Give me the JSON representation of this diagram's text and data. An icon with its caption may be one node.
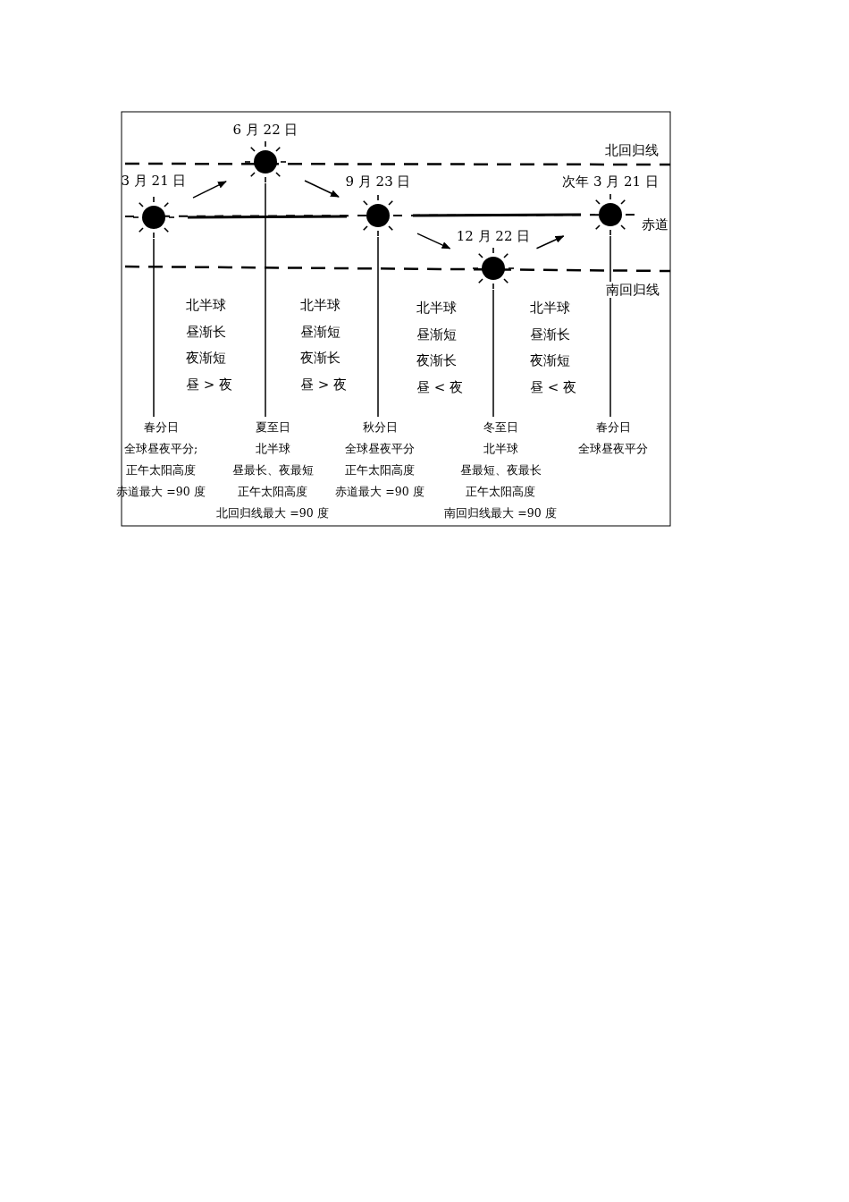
{
  "diagram": {
    "nodes": [
      {
        "text": [
          "3 月 21 日"
        ]
      },
      {
        "text": [
          "6 月 22 日"
        ]
      },
      {
        "text": [
          "9 月 23 日"
        ]
      },
      {
        "text": [
          "12 月 22 日"
        ]
      },
      {
        "text": [
          "次年 3 月 21 日"
        ]
      },
      {
        "text": [
          "春分日",
          "全球昼夜平分;",
          "正午太阳高度",
          "赤道最大 =90 度"
        ]
      },
      {
        "text": [
          "夏至日",
          "北半球",
          "昼最长、夜最短",
          "正午太阳高度",
          "北回归线最大 =90 度"
        ]
      },
      {
        "text": [
          "秋分日",
          "全球昼夜平分",
          "正午太阳高度",
          "赤道最大 =90 度"
        ]
      },
      {
        "text": [
          "冬至日",
          "北半球",
          "昼最短、夜最长",
          "正午太阳高度",
          "南回归线最大 =90 度"
        ]
      },
      {
        "text": [
          "春分日",
          "全球昼夜平分"
        ]
      }
    ],
    "edges": [
      {
        "from": 0,
        "to": 1,
        "arrow": "to"
      },
      {
        "from": 1,
        "to": 2,
        "arrow": "to"
      },
      {
        "from": 2,
        "to": 3,
        "arrow": "to"
      },
      {
        "from": 3,
        "to": 4,
        "arrow": "to"
      },
      {
        "from": 0,
        "to": 5,
        "arrow": "none"
      },
      {
        "from": 1,
        "to": 6,
        "arrow": "none"
      },
      {
        "from": 2,
        "to": 7,
        "arrow": "none"
      },
      {
        "from": 3,
        "to": 8,
        "arrow": "none"
      },
      {
        "from": 4,
        "to": 9,
        "arrow": "none"
      }
    ],
    "labels": [
      "北回归线",
      "赤道",
      "南回归线",
      "北半球",
      "昼渐长",
      "夜渐短",
      "昼 > 夜",
      "北半球",
      "昼渐短",
      "夜渐长",
      "昼 > 夜",
      "北半球",
      "昼渐短",
      "夜渐长",
      "昼 < 夜",
      "北半球",
      "昼渐长",
      "夜渐短",
      "昼 < 夜"
    ]
  }
}
